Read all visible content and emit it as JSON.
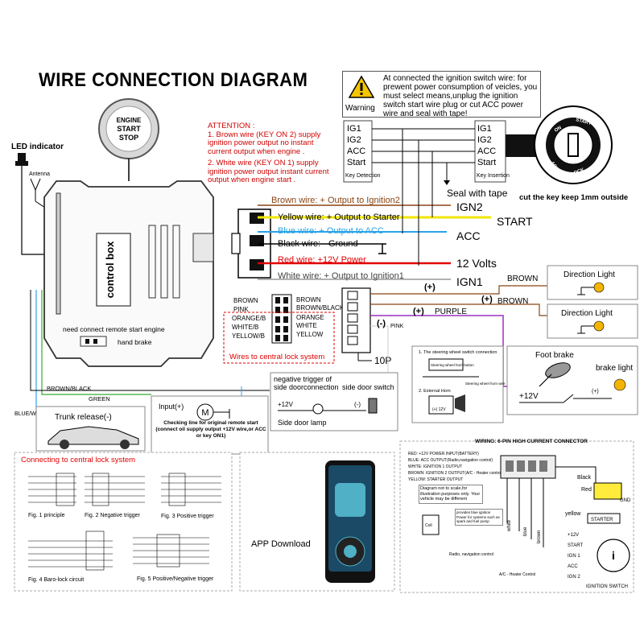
{
  "title": "WIRE CONNECTION DIAGRAM",
  "engine_button": {
    "line1": "ENGINE",
    "line2": "START",
    "line3": "STOP"
  },
  "led_indicator": "LED indicator",
  "antenna": "Antenna",
  "warning": {
    "label": "Warning",
    "text": "At connected the ignition switch wire: for prewent power consumption of veicles, you must select means,unplug the ignition switch start wire plug or cut ACC power wire and seal with tape!"
  },
  "attention": {
    "heading": "ATTENTION :",
    "item1": "1. Brown wire (KEY  ON 2) supply ignition power output no instant current output when engine .",
    "item2": "2. White wire (KEY  ON 1) supply ignition power output  instant current output when engine start ."
  },
  "key_detection": {
    "rows": [
      "IG1",
      "IG2",
      "ACC",
      "Start"
    ],
    "caption": "Key Detection"
  },
  "key_insertion": {
    "rows": [
      "IG1",
      "IG2",
      "ACC",
      "Start"
    ],
    "caption": "Key Insertion"
  },
  "key_cylinder": {
    "label_on": "ON",
    "label_start": "START",
    "label_lock": "LOCK",
    "label_acc": "ACC"
  },
  "cut_key_note": "cut the key keep 1mm outside",
  "seal_tape": "Seal with tape",
  "outputs": {
    "ign2": "IGN2",
    "start": "START",
    "acc": "ACC",
    "volts": "12 Volts",
    "ign1": "IGN1"
  },
  "wires": {
    "brown": "Brown wire: + Output to Ignition2",
    "yellow": "Yellow wire: + Output to Starter",
    "blue": "Blue wire: + Output to ACC",
    "black": "Black wire: - Ground",
    "red": "Red wire: +12V Power",
    "white": "White wire: + Output to Ignition1"
  },
  "control_box": "control box",
  "remote_note": "need connect remote start engine",
  "hand_brake": "hand brake",
  "central_lock": {
    "left": [
      "BROWN",
      "PINK",
      "ORANGE/B",
      "WHITE/B",
      "YELLOW/B"
    ],
    "right": [
      "BROWN",
      "BROWN/BLACK",
      "ORANGE",
      "WHITE",
      "YELLOW"
    ],
    "caption": "Wires to central lock system",
    "connector": "10P"
  },
  "polarity": {
    "plus": "(+)",
    "minus": "(-)",
    "pink": "PINK",
    "purple": "PURPLE",
    "brown": "BROWN"
  },
  "direction_light": "Direction Light",
  "steering": {
    "title": "1. The steering wheel switch connection",
    "box": "Steering wheel horn button",
    "label": "Steering wheel horn wire",
    "item2": "2. External Horn",
    "volt": "(+) 12V"
  },
  "foot_brake": "Foot brake",
  "brake_light": "brake light",
  "plus12": "+12V",
  "door": {
    "title": "negative trigger of side doorconnection",
    "switch": "side door switch",
    "lamp": "Side door lamp",
    "v12": "+12V",
    "minus": "(-)"
  },
  "harness": {
    "brown_black": "BROWN/BLACK",
    "green": "GREEN",
    "blue_white": "BLUE/WHITE"
  },
  "trunk": "Trunk release(-)",
  "input_label": "Input(+)",
  "motor": "M",
  "checking_line": "Checking line for original remote start (connect oil supply output +12V wire,or ACC or key ON1)",
  "central_lock_panel": {
    "title": "Connecting to central lock system",
    "fig1": "Fig. 1  principle",
    "fig2": "Fig. 2  Negative trigger",
    "fig3": "Fig. 3  Positive trigger",
    "fig4": "Fig. 4  Baro-lock circuit",
    "fig5": "Fig. 5  Positive/Negative trigger"
  },
  "app_download": "APP Download",
  "wiring6": {
    "title": "WIRING: 6-PIN HIGH CURRENT CONNECTOR",
    "legend": [
      "RED: +12V POWER INPUT(BATTERY)",
      "BLUE: ACC OUTPUT(Radio,navigation control)",
      "WHITE: IGNITION 1 OUTPUT",
      "BROWN: IGNITION 2 OUTPUT(A/C - Heater control)",
      "YELLOW: STARTER OUTPUT"
    ],
    "note": "Diagram not to scale,for illustration purposes only. Your vehicle may be different",
    "black": "Black",
    "red": "Red",
    "gnd": "GND",
    "yellow": "yellow",
    "starter": "STARTER",
    "coil_note": "provides blue ignition Power for systems such as spark and fuel pump",
    "radio": "Radio, navigation control",
    "ac": "A/C - Heater Control",
    "white": "white",
    "blue": "blue",
    "brown": "brown",
    "terms": [
      "+12V",
      "START",
      "IGN 1",
      "ACC",
      "IGN 2"
    ],
    "ign_switch": "IGNITION SWITCH"
  }
}
